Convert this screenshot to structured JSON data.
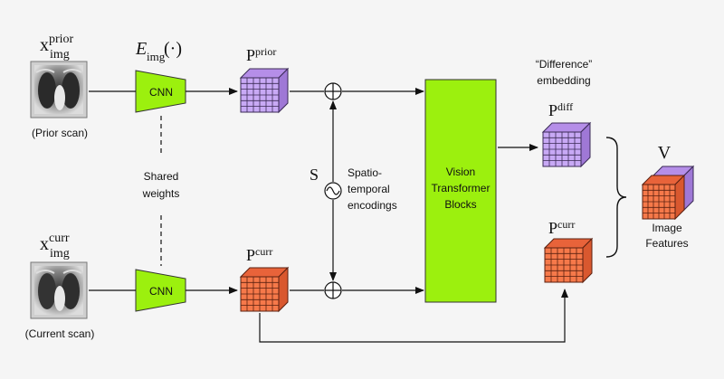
{
  "prior": {
    "var_base": "x",
    "var_sup": "prior",
    "var_sub": "img",
    "caption": "(Prior scan)"
  },
  "curr": {
    "var_base": "x",
    "var_sup": "curr",
    "var_sub": "img",
    "caption": "(Current scan)"
  },
  "encoder": {
    "label_base": "E",
    "label_sub": "img",
    "label_args": "(·)",
    "cnn_label": "CNN",
    "shared_line1": "Shared",
    "shared_line2": "weights"
  },
  "patches": {
    "prior_base": "P",
    "prior_sup": "prior",
    "curr_base": "P",
    "curr_sup": "curr",
    "diff_base": "P",
    "diff_sup": "diff",
    "curr_out_base": "P",
    "curr_out_sup": "curr"
  },
  "encodings": {
    "symbol": "S",
    "line1": "Spatio-",
    "line2": "temporal",
    "line3": "encodings"
  },
  "vit": {
    "line1": "Vision",
    "line2": "Transformer",
    "line3": "Blocks"
  },
  "difference": {
    "line1": "“Difference”",
    "line2": "embedding"
  },
  "features": {
    "symbol": "V",
    "line1": "Image",
    "line2": "Features"
  },
  "colors": {
    "green": "#9cf00e",
    "purple": "#c8a9f5",
    "orange": "#f6794a"
  }
}
